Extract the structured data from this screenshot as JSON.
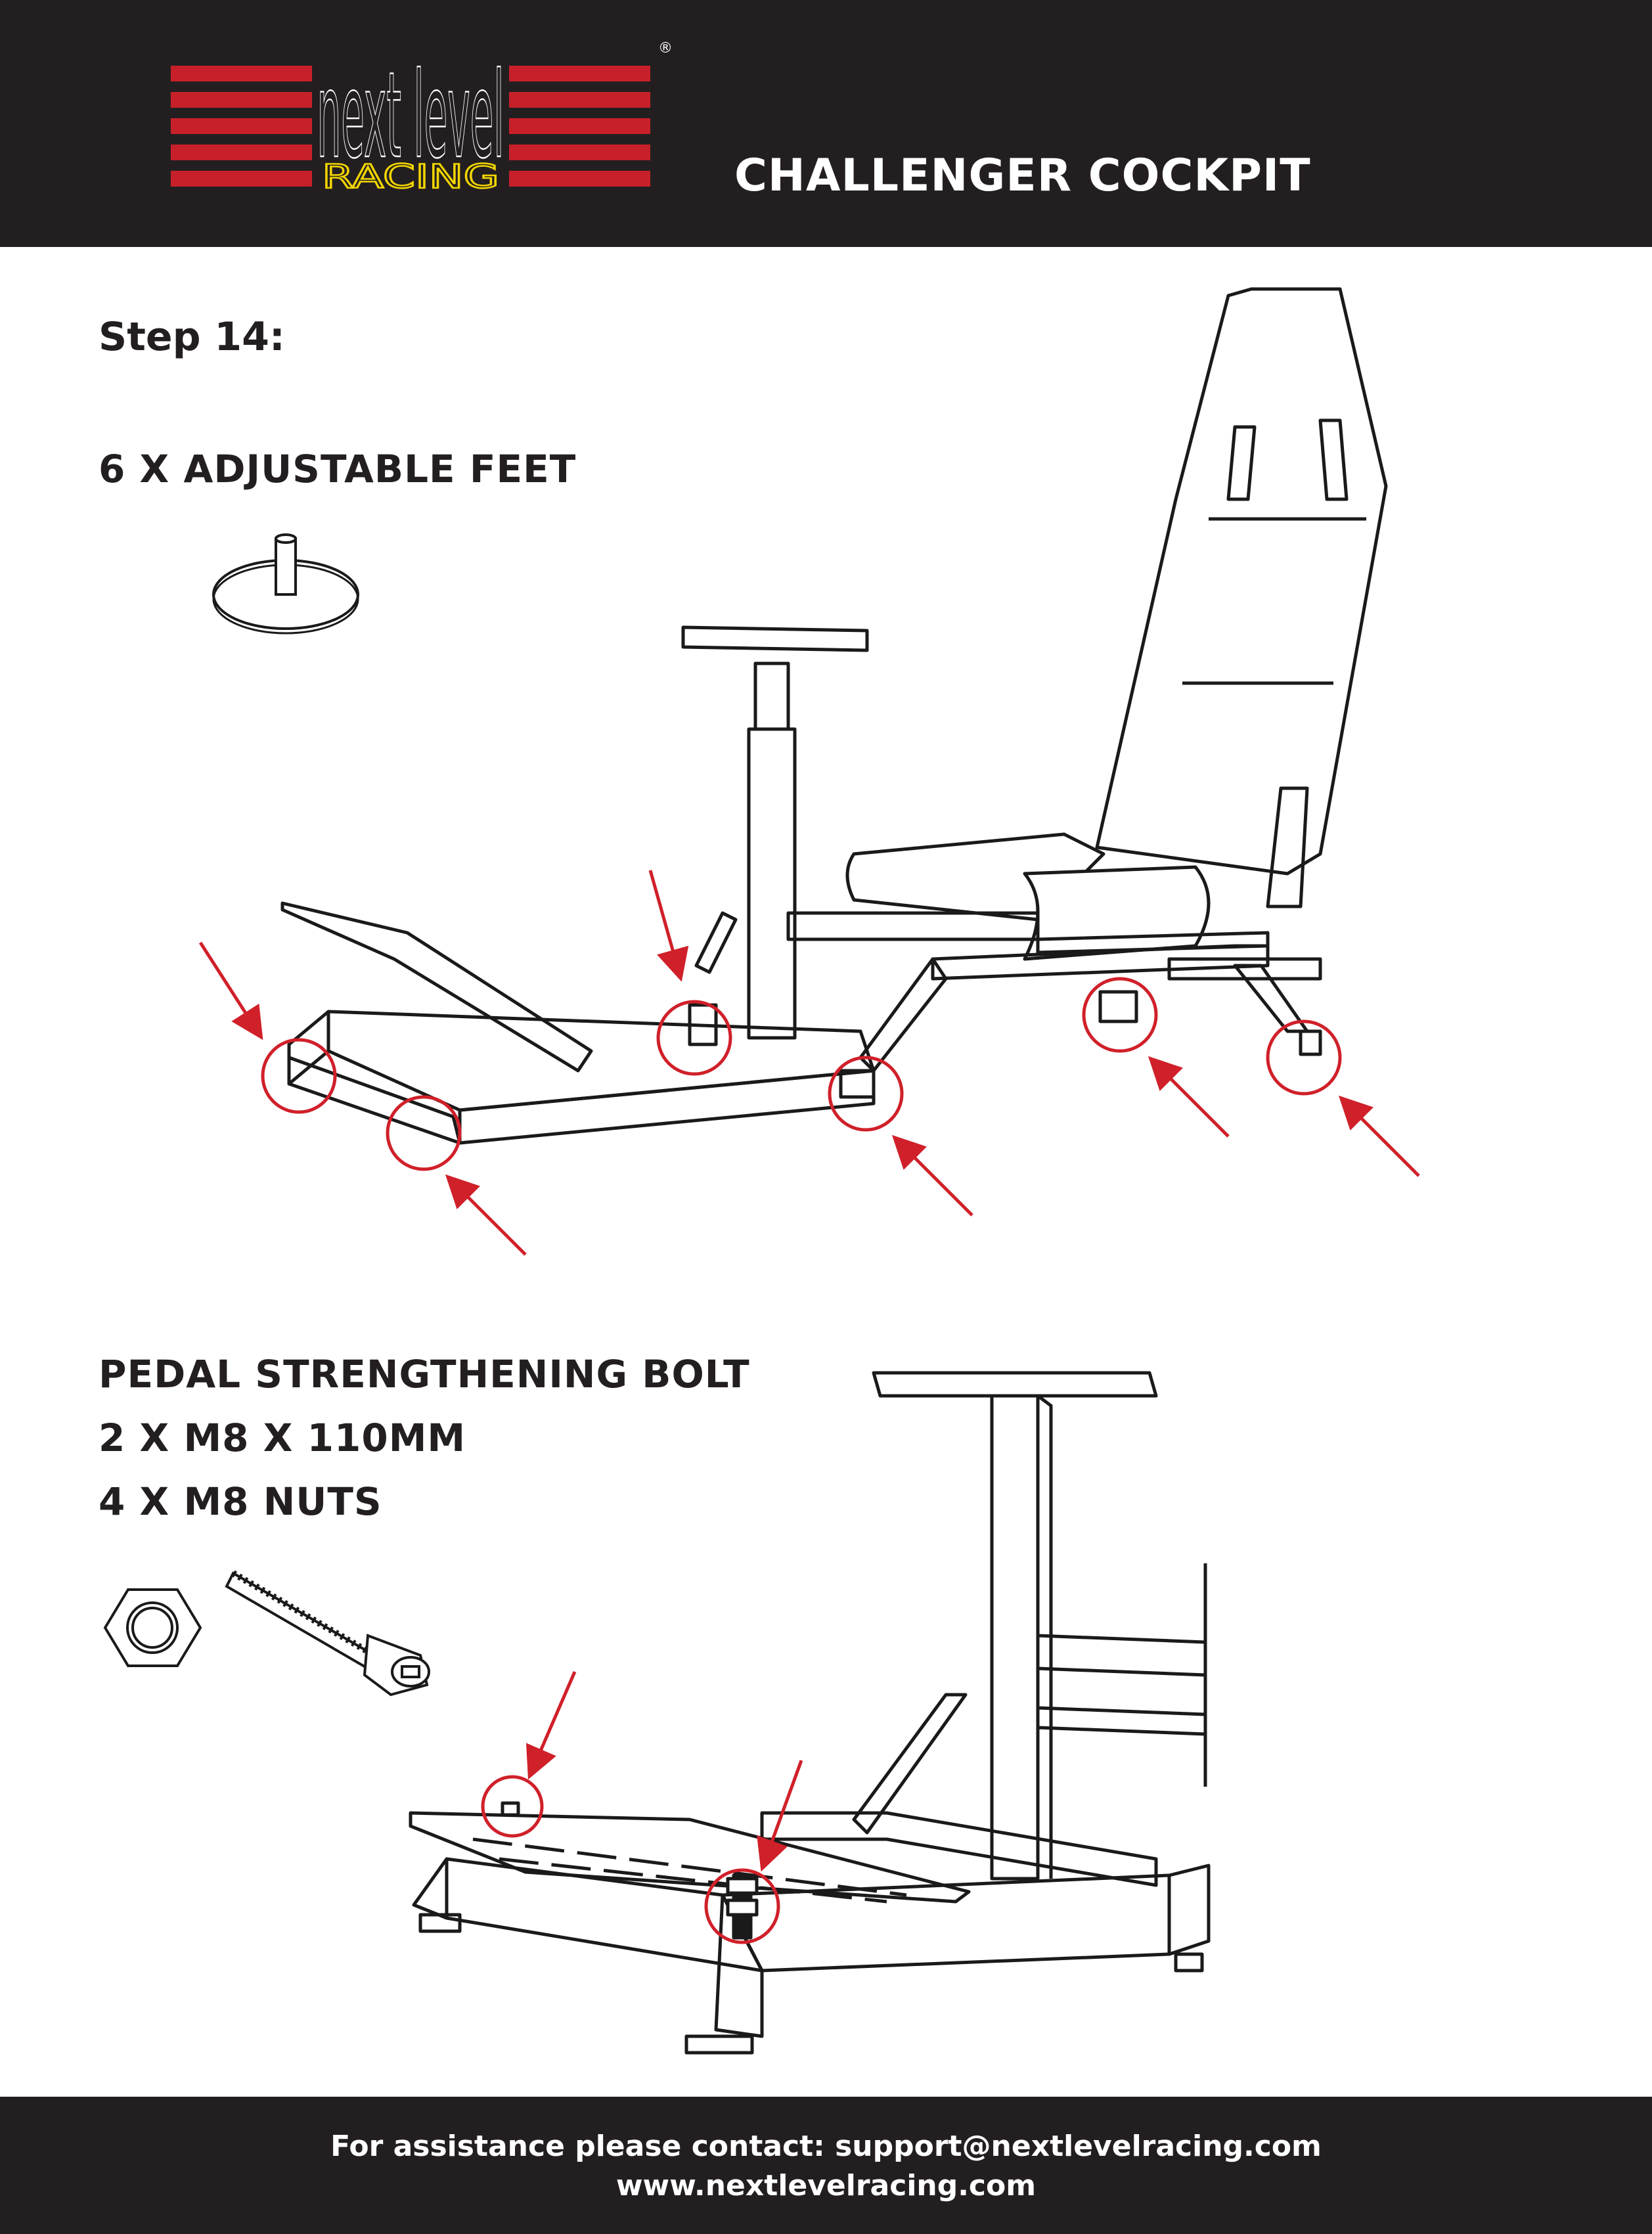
{
  "header": {
    "brand_top": "next level",
    "brand_bottom": "RACING",
    "registered_mark": "®",
    "title": "CHALLENGER COCKPIT"
  },
  "colors": {
    "header_bg": "#231f20",
    "brand_red": "#c8202a",
    "brand_yellow": "#f2d500",
    "arrow_red": "#d0202a",
    "line": "#1a1a1a"
  },
  "step": {
    "title": "Step 14:"
  },
  "feet": {
    "label": "6 X ADJUSTABLE FEET"
  },
  "bolt": {
    "label": "PEDAL STRENGTHENING BOLT",
    "qty_bolt": "2 X M8 X 110MM",
    "qty_nuts": "4 X M8 NUTS"
  },
  "footer": {
    "contact": "For assistance please contact: support@nextlevelracing.com",
    "website": "www.nextlevelracing.com"
  }
}
